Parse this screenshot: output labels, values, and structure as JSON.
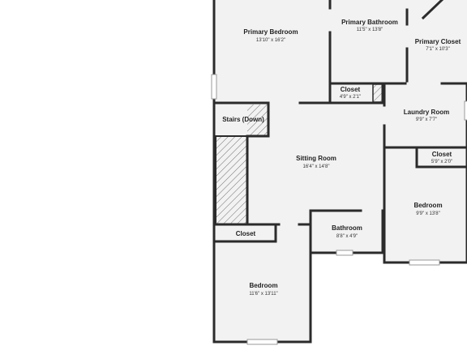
{
  "colors": {
    "wall": "#2b2b2b",
    "floor": "#f2f2f2",
    "window": "#cfcfcf",
    "stair_hatch": "#777777"
  },
  "rooms": {
    "primary_bedroom": {
      "name": "Primary Bedroom",
      "dims": "13'10\" x 16'2\""
    },
    "primary_bathroom": {
      "name": "Primary Bathroom",
      "dims": "11'5\" x 13'8\""
    },
    "primary_closet": {
      "name": "Primary Closet",
      "dims": "7'1\" x 10'3\""
    },
    "closet_top": {
      "name": "Closet",
      "dims": "4'9\" x 2'1\""
    },
    "laundry_room": {
      "name": "Laundry Room",
      "dims": "9'9\" x 7'7\""
    },
    "closet_right": {
      "name": "Closet",
      "dims": "5'9\" x 2'0\""
    },
    "stairs": {
      "name": "Stairs (Down)"
    },
    "sitting_room": {
      "name": "Sitting Room",
      "dims": "16'4\" x 14'8\""
    },
    "bedroom_right": {
      "name": "Bedroom",
      "dims": "9'9\" x 13'8\""
    },
    "closet_left": {
      "name": "Closet"
    },
    "bathroom": {
      "name": "Bathroom",
      "dims": "8'8\" x 4'9\""
    },
    "bedroom_left": {
      "name": "Bedroom",
      "dims": "11'6\" x 13'11\""
    }
  }
}
